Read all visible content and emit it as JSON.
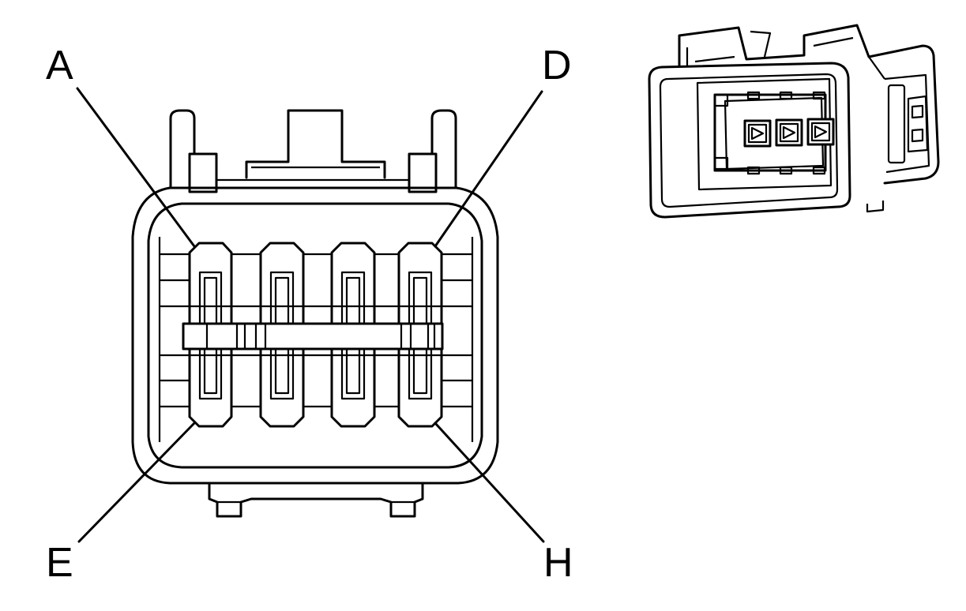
{
  "diagram": {
    "pin_labels": {
      "top_left": "A",
      "top_right": "D",
      "bottom_left": "E",
      "bottom_right": "H"
    },
    "colors": {
      "line": "#000000",
      "background": "#ffffff"
    }
  }
}
